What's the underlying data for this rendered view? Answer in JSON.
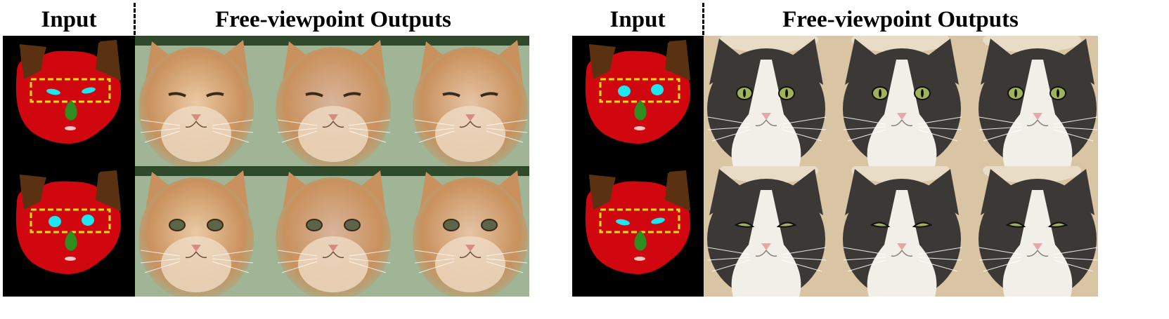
{
  "figure": {
    "panels": [
      {
        "id": "left",
        "input_header": "Input",
        "output_header": "Free-viewpoint Outputs",
        "cat": "orange-tabby",
        "rows": [
          {
            "eyes": "thin-slits",
            "eye_color": "#6f6a46"
          },
          {
            "eyes": "round",
            "eye_color": "#5d6548"
          }
        ]
      },
      {
        "id": "right",
        "input_header": "Input",
        "output_header": "Free-viewpoint Outputs",
        "cat": "black-white",
        "rows": [
          {
            "eyes": "round",
            "eye_color": "#9fb35a"
          },
          {
            "eyes": "thin-slits",
            "eye_color": "#9fb35a"
          }
        ]
      }
    ],
    "colors": {
      "mask_background": "#000000",
      "mask_face": "#d1070f",
      "mask_ears": "#5a3212",
      "mask_eyes": "#1ee6f0",
      "mask_nose": "#2f8d1f",
      "mask_mouth": "#f5c5c5",
      "mask_box": "#f0e00a",
      "orange_fur": "#e4b88c",
      "orange_fur_dark": "#c9915d",
      "orange_bg": "#9fb596",
      "bw_fur_dark": "#3c3835",
      "bw_fur_white": "#f2efe9",
      "bw_bg": "#d9c4a4"
    }
  }
}
